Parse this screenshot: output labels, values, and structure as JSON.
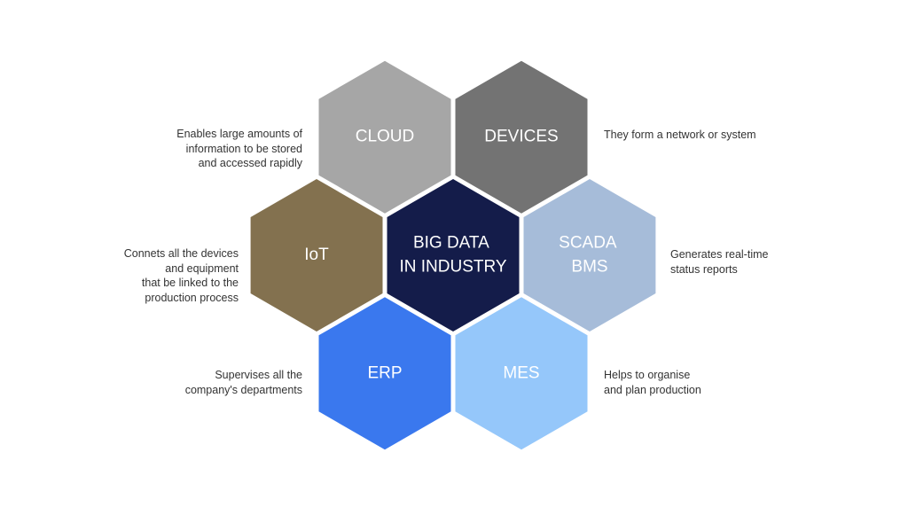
{
  "diagram": {
    "hexagons": [
      {
        "id": "cloud",
        "lines": [
          "CLOUD"
        ],
        "color": "#a6a6a6"
      },
      {
        "id": "devices",
        "lines": [
          "DEVICES"
        ],
        "color": "#737373"
      },
      {
        "id": "iot",
        "lines": [
          "IoT"
        ],
        "color": "#83714f"
      },
      {
        "id": "center",
        "lines": [
          "BIG DATA",
          "IN INDUSTRY"
        ],
        "color": "#141c4a"
      },
      {
        "id": "scada",
        "lines": [
          "SCADA",
          "BMS"
        ],
        "color": "#a6bcd9"
      },
      {
        "id": "erp",
        "lines": [
          "ERP"
        ],
        "color": "#3a78ee"
      },
      {
        "id": "mes",
        "lines": [
          "MES"
        ],
        "color": "#95c7fa"
      }
    ],
    "descriptions": {
      "cloud": [
        "Enables large amounts of",
        "information to be stored",
        "and accessed rapidly"
      ],
      "devices": [
        "They form a network or system"
      ],
      "iot": [
        "Connets all the devices",
        "and equipment",
        "that be linked to the",
        "production process"
      ],
      "scada": [
        "Generates real-time",
        "status reports"
      ],
      "erp": [
        "Supervises all the",
        "company's departments"
      ],
      "mes": [
        "Helps to organise",
        "and plan production"
      ]
    },
    "text_color": "#333333",
    "hex_text_color": "#ffffff"
  }
}
